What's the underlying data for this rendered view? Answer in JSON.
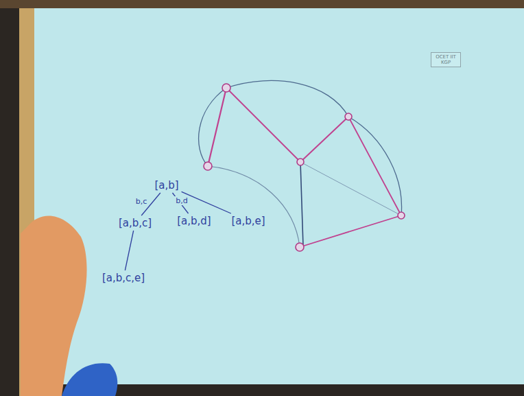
{
  "diagram": {
    "nodes": [
      {
        "text": [
          "[a,b]"
        ]
      },
      {
        "text": [
          "[a,b,c]"
        ]
      },
      {
        "text": [
          "[a,b,d]"
        ]
      },
      {
        "text": [
          "[a,b,e]"
        ]
      },
      {
        "text": [
          "[a,b,c,e]"
        ]
      }
    ],
    "edges": [
      {
        "from": 0,
        "to": 1,
        "label": "b,c",
        "arrow": "none"
      },
      {
        "from": 0,
        "to": 2,
        "label": "b,d",
        "arrow": "none"
      },
      {
        "from": 0,
        "to": 3,
        "arrow": "none"
      },
      {
        "from": 1,
        "to": 4,
        "arrow": "none"
      }
    ],
    "labels": [
      "OCET IIT KGP"
    ]
  }
}
